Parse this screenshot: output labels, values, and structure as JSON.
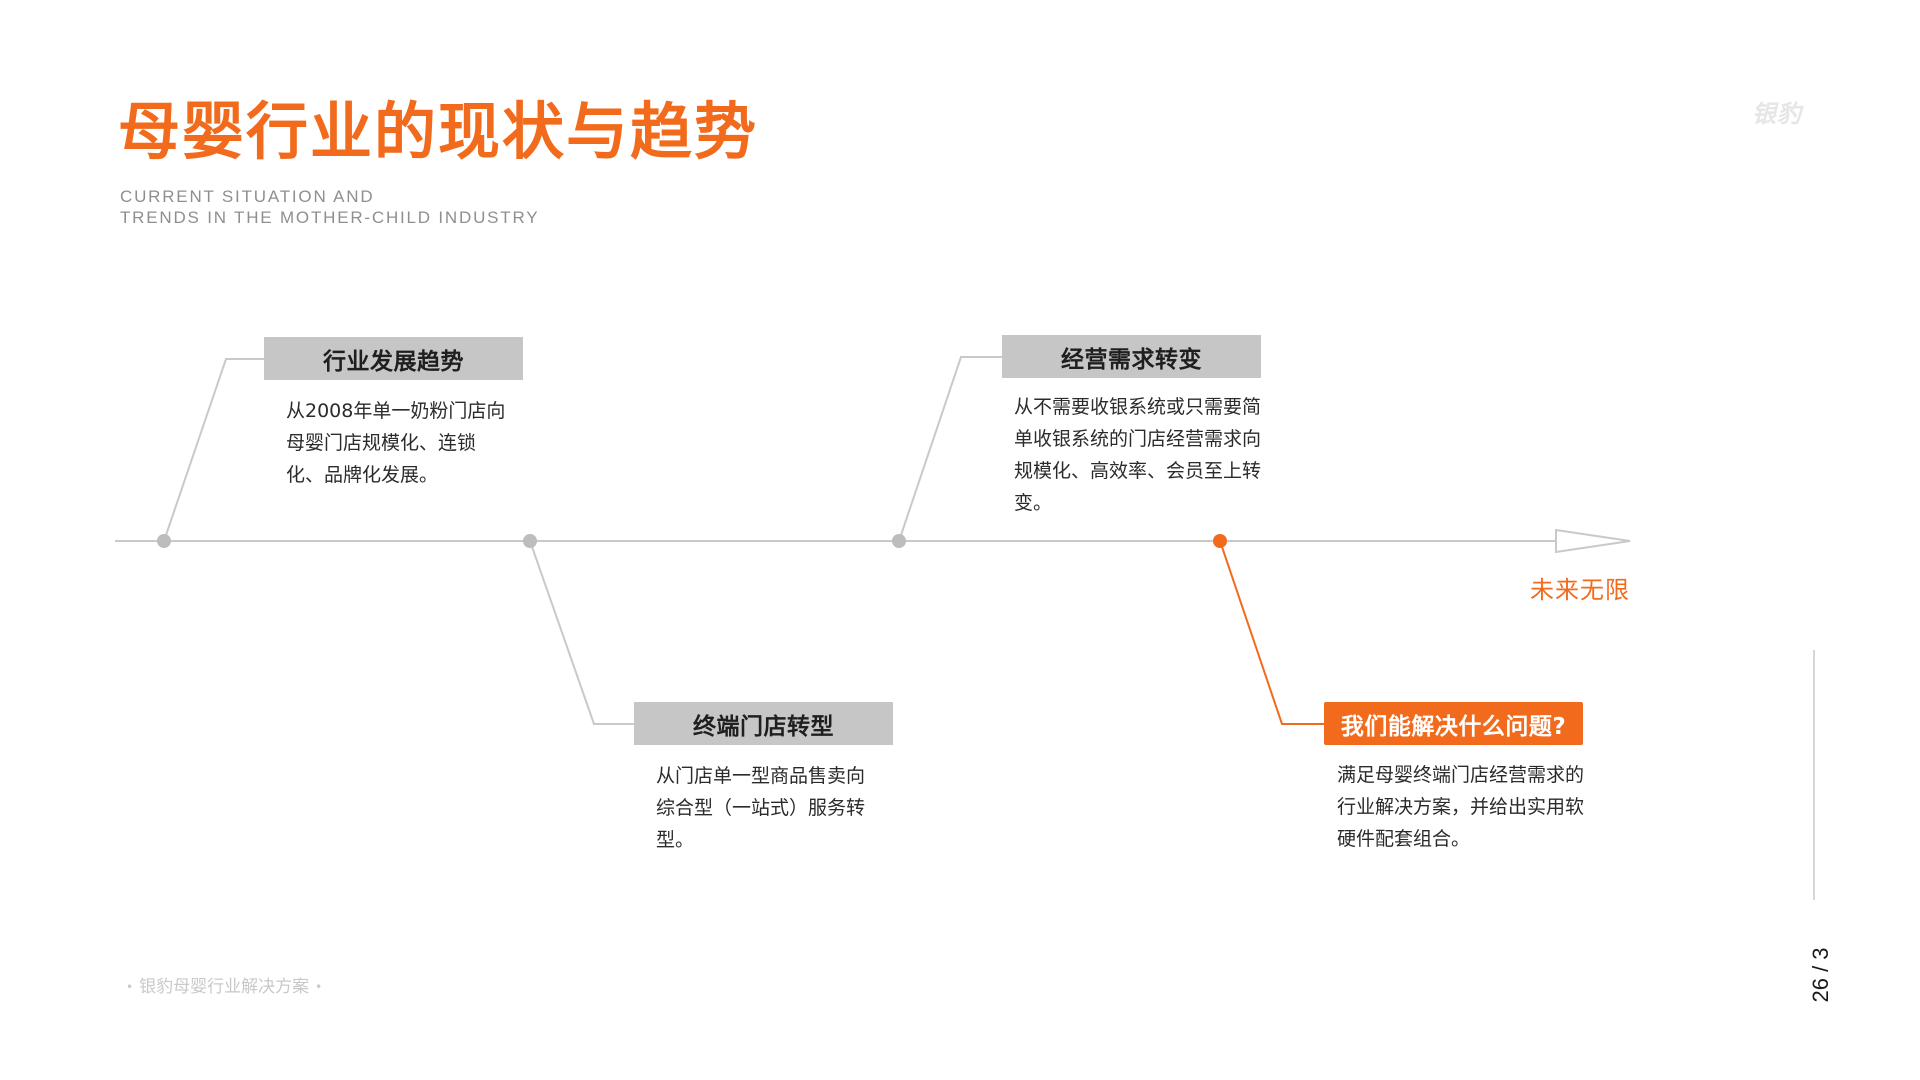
{
  "header": {
    "title": "母婴行业的现状与趋势",
    "subtitle_line1": "CURRENT SITUATION AND",
    "subtitle_line2": "TRENDS IN THE MOTHER-CHILD INDUSTRY",
    "logo_text": "银豹"
  },
  "timeline": {
    "end_label": "未来无限",
    "stages": [
      {
        "title": "行业发展趋势",
        "desc": "从2008年单一奶粉门店向母婴门店规模化、连锁化、品牌化发展。"
      },
      {
        "title": "终端门店转型",
        "desc": "从门店单一型商品售卖向综合型（一站式）服务转型。"
      },
      {
        "title": "经营需求转变",
        "desc": "从不需要收银系统或只需要简单收银系统的门店经营需求向规模化、高效率、会员至上转变。"
      },
      {
        "title": "我们能解决什么问题?",
        "desc": "满足母婴终端门店经营需求的行业解决方案，并给出实用软硬件配套组合。"
      }
    ]
  },
  "footer": {
    "text": "银豹母婴行业解决方案",
    "page": "26 / 3"
  },
  "colors": {
    "accent": "#f26b1d",
    "gray_box": "#c6c6c6",
    "line": "#c9c9c9",
    "node": "#bdbdbd"
  }
}
